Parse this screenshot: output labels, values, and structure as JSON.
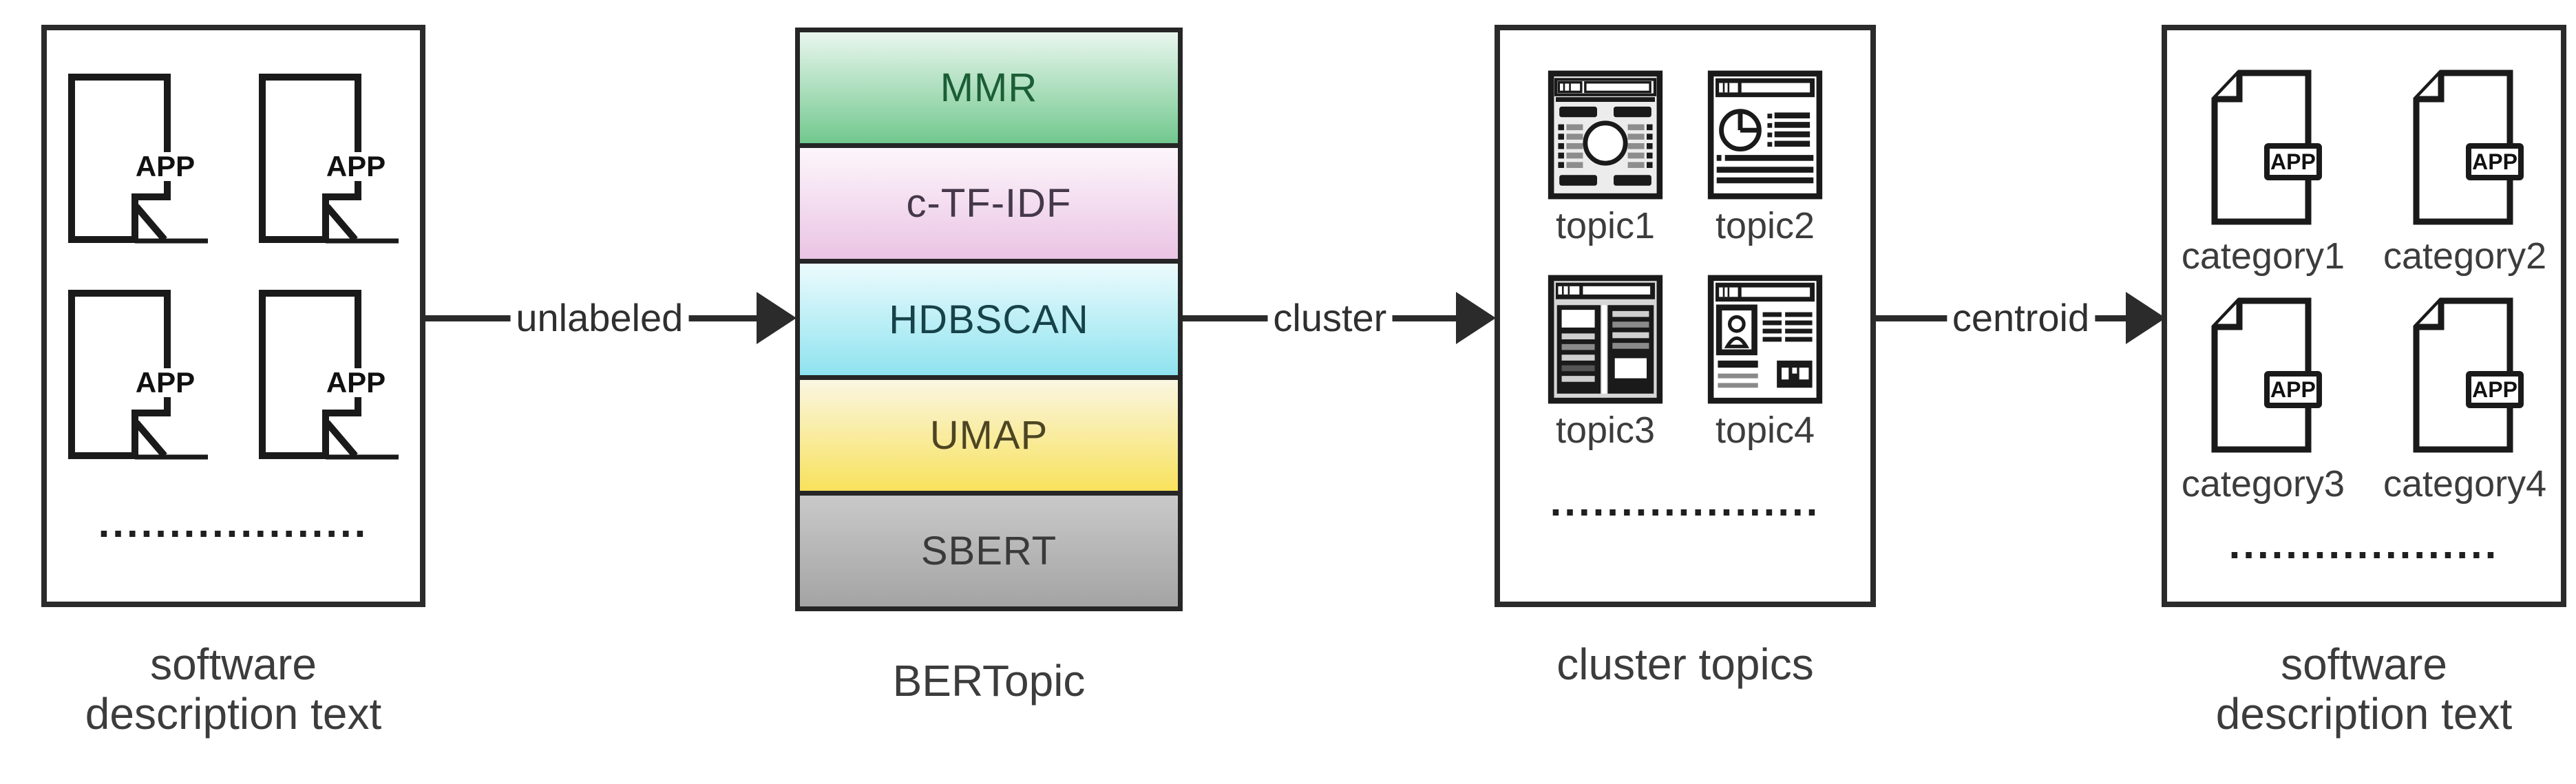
{
  "source_panel": {
    "caption_line1": "software",
    "caption_line2": "description text",
    "file_label": "APP",
    "dots": "..................."
  },
  "bertopic_panel": {
    "caption": "BERTopic",
    "layers": [
      {
        "label": "MMR",
        "top": "#e9f6ee",
        "bottom": "#72c88e",
        "text": "#1b5e36"
      },
      {
        "label": "c-TF-IDF",
        "top": "#fdf6fb",
        "bottom": "#eac4e4",
        "text": "#44384a"
      },
      {
        "label": "HDBSCAN",
        "top": "#ecfbfd",
        "bottom": "#8fe3ef",
        "text": "#16424a"
      },
      {
        "label": "UMAP",
        "top": "#faf6e2",
        "bottom": "#f8e25c",
        "text": "#4d4522"
      },
      {
        "label": "SBERT",
        "top": "#c9c9c9",
        "bottom": "#a4a4a4",
        "text": "#3a3a3a"
      }
    ]
  },
  "topics_panel": {
    "caption": "cluster topics",
    "dots": "...................",
    "items": [
      "topic1",
      "topic2",
      "topic3",
      "topic4"
    ]
  },
  "categories_panel": {
    "caption_line1": "software",
    "caption_line2": "description text",
    "badge_label": "APP",
    "dots": "...................",
    "items": [
      "category1",
      "category2",
      "category3",
      "category4"
    ]
  },
  "arrows": [
    {
      "label": "unlabeled"
    },
    {
      "label": "cluster"
    },
    {
      "label": "centroid"
    }
  ],
  "colors": {
    "line": "#2b2b2b",
    "box_border": "#2b2b2b",
    "caption_text": "#3c3c3c"
  }
}
